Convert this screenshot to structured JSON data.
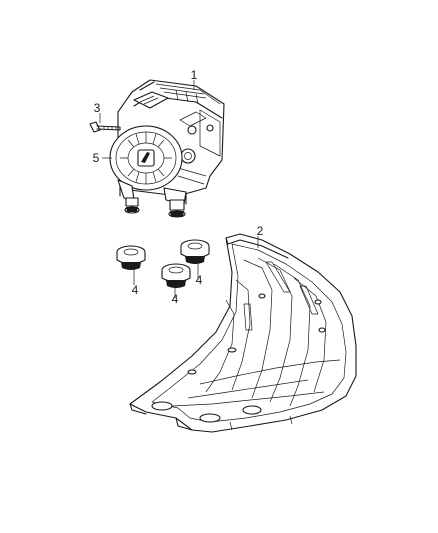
{
  "callouts": {
    "abs_module": "1",
    "skid_plate": "2",
    "bolt": "3",
    "isolator_left": "4",
    "isolator_center": "4",
    "isolator_right": "4",
    "motor": "5"
  }
}
